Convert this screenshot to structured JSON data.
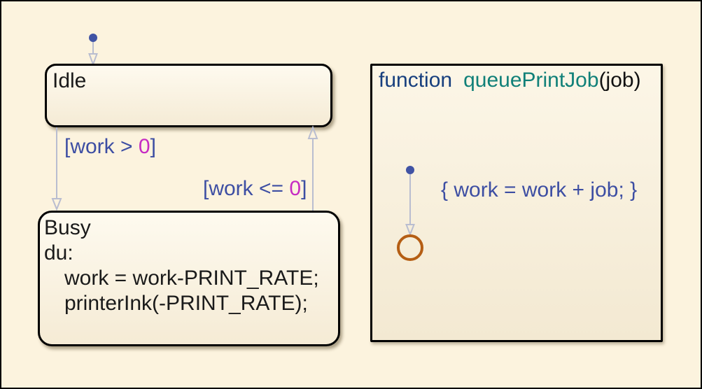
{
  "chart": {
    "states": {
      "idle": {
        "name": "Idle"
      },
      "busy": {
        "name": "Busy",
        "body": [
          "du:",
          "work = work-PRINT_RATE;",
          "printerInk(-PRINT_RATE);"
        ]
      }
    },
    "transitions": {
      "idle_to_busy": {
        "prefix": "[work > ",
        "value": "0",
        "suffix": "]"
      },
      "busy_to_idle": {
        "prefix": "[work <= ",
        "value": "0",
        "suffix": "]"
      }
    },
    "function": {
      "keyword": "function",
      "name": "queuePrintJob",
      "args": "(job)",
      "action": "{ work = work + job; }"
    }
  },
  "colors": {
    "canvas-bg": "#FCF3DE",
    "state-fill-top": "#FEFAEF",
    "state-fill-bottom": "#F5EBD5",
    "state-border": "#000000",
    "state-text": "#1A1A1A",
    "transition-line": "#B9BDD0",
    "default-dot": "#4053A4",
    "label-blue": "#3D4EA3",
    "label-magenta": "#C62BC3",
    "keyword-navy": "#173F7E",
    "function-teal": "#108078",
    "junction-orange": "#B55E14"
  }
}
